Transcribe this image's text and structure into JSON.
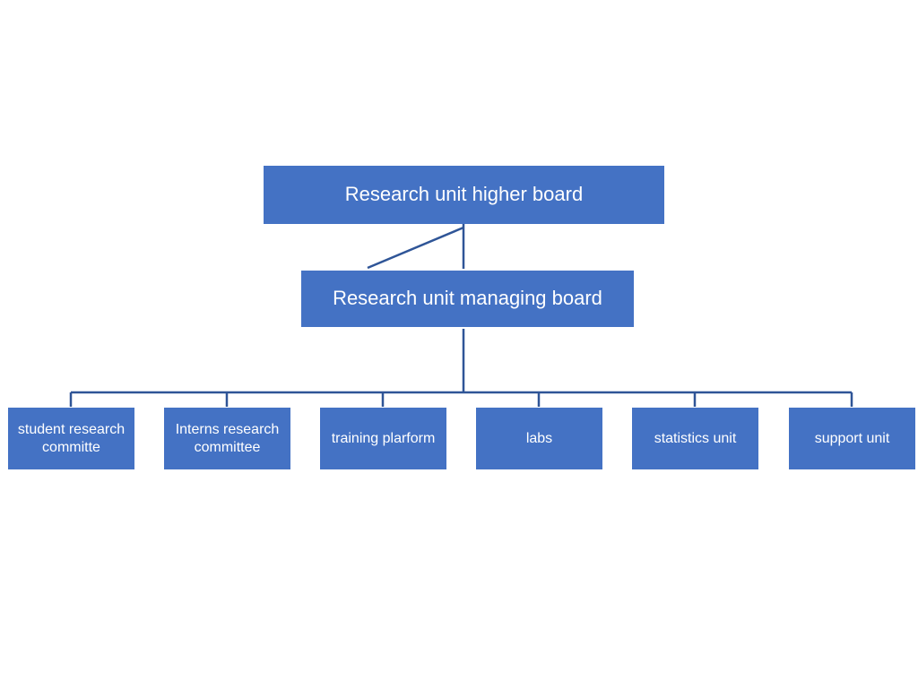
{
  "diagram": {
    "colors": {
      "box_fill": "#4472c4",
      "box_text": "#ffffff",
      "connector": "#2f5597"
    },
    "nodes": {
      "higher_board": "Research unit higher board",
      "managing_board": "Research unit managing board",
      "children": [
        "student research committe",
        "Interns research committee",
        "training plarform",
        "labs",
        "statistics unit",
        "support unit"
      ]
    },
    "edges": [
      {
        "from": "Research unit higher board",
        "to": "Research unit managing board"
      },
      {
        "from": "Research unit managing board",
        "to": "student research committe"
      },
      {
        "from": "Research unit managing board",
        "to": "Interns research committee"
      },
      {
        "from": "Research unit managing board",
        "to": "training plarform"
      },
      {
        "from": "Research unit managing board",
        "to": "labs"
      },
      {
        "from": "Research unit managing board",
        "to": "statistics unit"
      },
      {
        "from": "Research unit managing board",
        "to": "support unit"
      }
    ]
  }
}
